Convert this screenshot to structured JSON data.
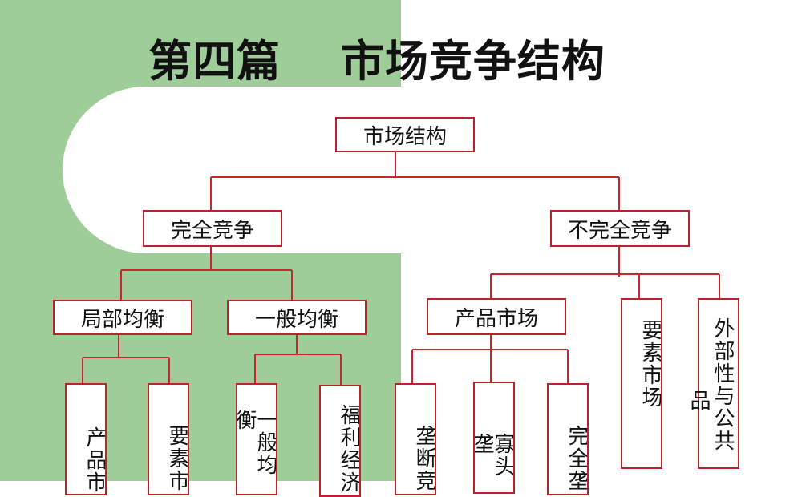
{
  "title": "第四篇　 市场竞争结构",
  "colors": {
    "background_green": "#9fcd9a",
    "border_red": "#b8242a"
  },
  "diagram": {
    "root": "市场结构",
    "perfect_competition": {
      "label": "完全竞争",
      "partial_equilibrium": {
        "label": "局部均衡",
        "children": [
          "产品市",
          "要素市"
        ]
      },
      "general_equilibrium": {
        "label": "一般均衡",
        "children": [
          "一般均衡",
          "福利经济"
        ]
      }
    },
    "imperfect_competition": {
      "label": "不完全竞争",
      "product_market": {
        "label": "产品市场",
        "children": [
          "垄断竞",
          "寡头垄",
          "完全垄"
        ]
      },
      "factor_market": "要素市场",
      "externality": {
        "col1": "外部性与公共",
        "col2": "品"
      }
    }
  }
}
